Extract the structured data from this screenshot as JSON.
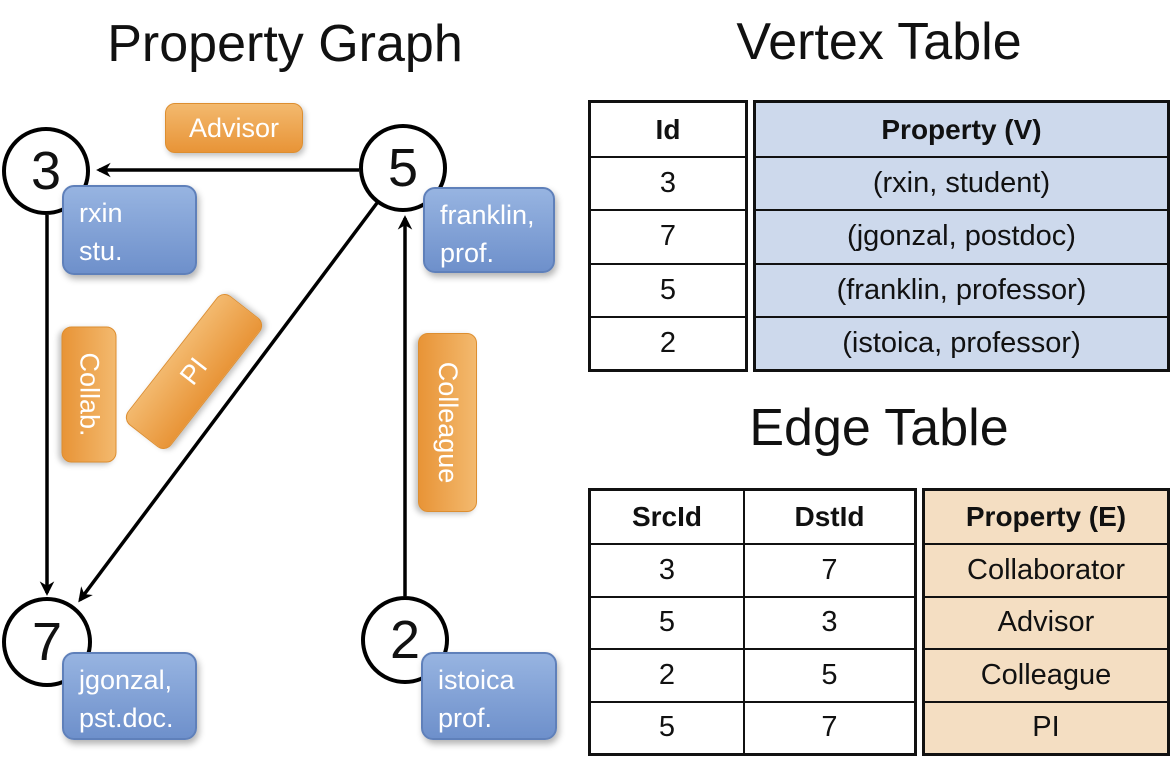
{
  "graph": {
    "title": "Property Graph",
    "vertices": [
      {
        "label": "3",
        "prop": [
          "rxin",
          "stu."
        ]
      },
      {
        "label": "5",
        "prop": [
          "franklin,",
          "prof."
        ]
      },
      {
        "label": "7",
        "prop": [
          "jgonzal,",
          "pst.doc."
        ]
      },
      {
        "label": "2",
        "prop": [
          "istoica",
          "prof."
        ]
      }
    ],
    "edge_labels": {
      "advisor": "Advisor",
      "collab": "Collab.",
      "pi": "PI",
      "colleague": "Colleague"
    }
  },
  "vertex_table": {
    "title": "Vertex Table",
    "columns": [
      "Id",
      "Property (V)"
    ],
    "rows": [
      [
        "3",
        "(rxin, student)"
      ],
      [
        "7",
        "(jgonzal, postdoc)"
      ],
      [
        "5",
        "(franklin, professor)"
      ],
      [
        "2",
        "(istoica, professor)"
      ]
    ]
  },
  "edge_table": {
    "title": "Edge Table",
    "columns": [
      "SrcId",
      "DstId",
      "Property (E)"
    ],
    "rows": [
      [
        "3",
        "7",
        "Collaborator"
      ],
      [
        "5",
        "3",
        "Advisor"
      ],
      [
        "2",
        "5",
        "Colleague"
      ],
      [
        "5",
        "7",
        "PI"
      ]
    ]
  },
  "colors": {
    "edge_label_orange_top": "#f3b96e",
    "edge_label_orange_bottom": "#e89437",
    "vertex_prop_blue_top": "#97b4e1",
    "vertex_prop_blue_bottom": "#6e90cb",
    "vertex_table_property_bg": "#cdd9ec",
    "edge_table_property_bg": "#f4dec2",
    "line_color": "#000000"
  }
}
